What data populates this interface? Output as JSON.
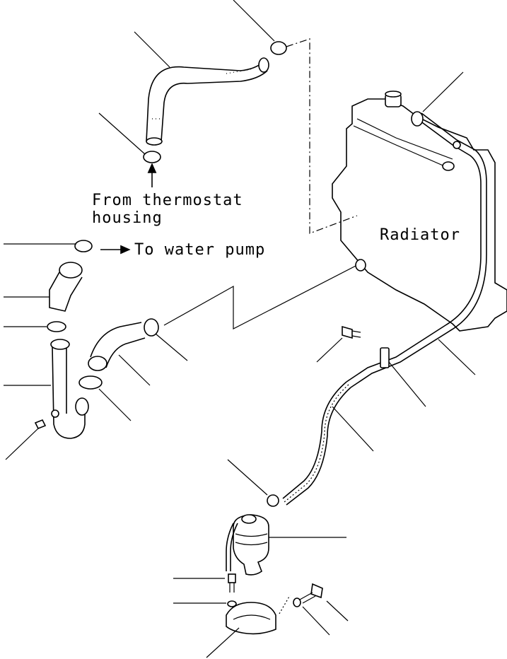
{
  "labels": {
    "from_thermostat_line1": "From thermostat",
    "from_thermostat_line2": "housing",
    "to_water_pump": "To water pump",
    "radiator": "Radiator"
  },
  "colors": {
    "ink": "#000000",
    "background": "#ffffff"
  }
}
